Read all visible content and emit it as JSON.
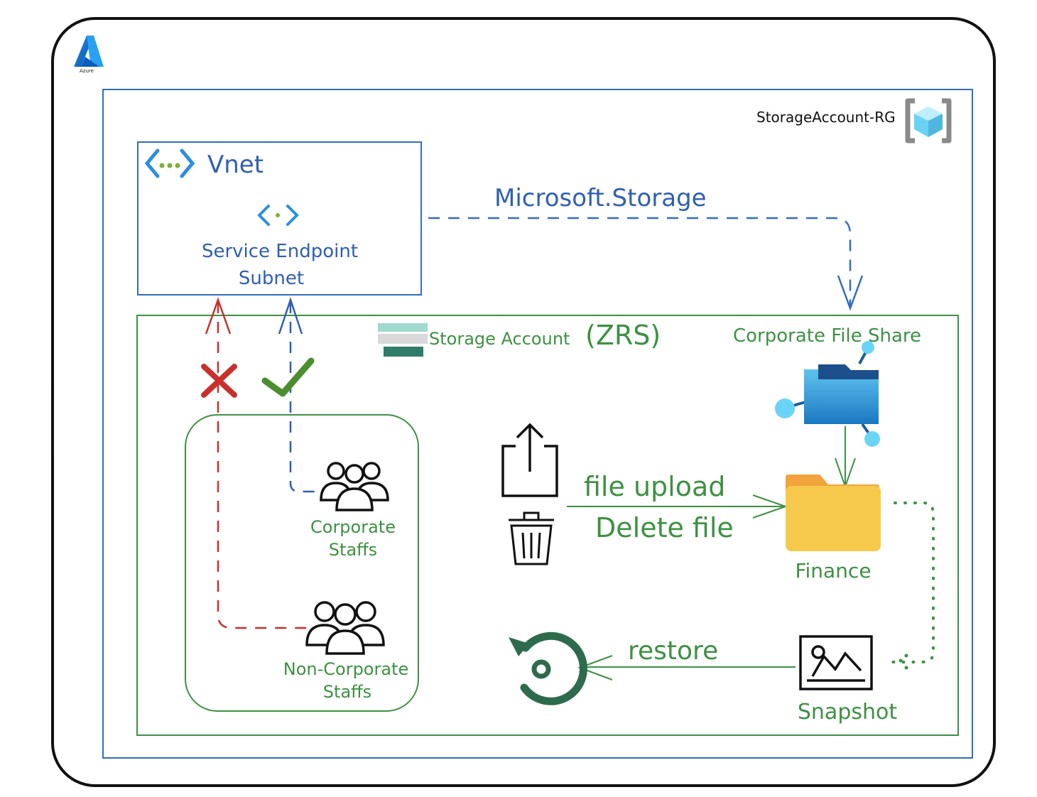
{
  "brand": {
    "logo_caption": "Azure"
  },
  "resource_group": {
    "label": "StorageAccount-RG"
  },
  "vnet": {
    "title": "Vnet",
    "subnet_line1": "Service Endpoint",
    "subnet_line2": "Subnet"
  },
  "service_endpoint": {
    "label": "Microsoft.Storage"
  },
  "storage_account": {
    "label": "Storage Account",
    "redundancy": "(ZRS)"
  },
  "file_share": {
    "label": "Corporate File Share"
  },
  "groups": {
    "corporate_line1": "Corporate",
    "corporate_line2": "Staffs",
    "noncorp_line1": "Non-Corporate",
    "noncorp_line2": "Staffs"
  },
  "actions": {
    "upload": "file upload",
    "delete": "Delete file",
    "restore": "restore"
  },
  "folder": {
    "label": "Finance"
  },
  "snapshot": {
    "label": "Snapshot"
  },
  "colors": {
    "blue": "#2f5fb3",
    "green": "#3d9142",
    "red": "#c9302c",
    "dark_green": "#2e6b4d"
  }
}
